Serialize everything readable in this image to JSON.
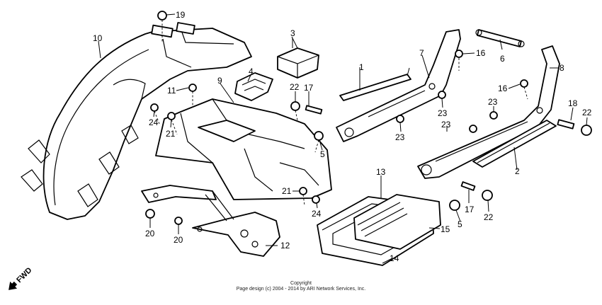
{
  "diagram": {
    "fwd_label": "FWD",
    "callouts": [
      {
        "id": "c1",
        "label": "1"
      },
      {
        "id": "c2",
        "label": "2"
      },
      {
        "id": "c3",
        "label": "3"
      },
      {
        "id": "c4",
        "label": "4"
      },
      {
        "id": "c5a",
        "label": "5"
      },
      {
        "id": "c5b",
        "label": "5"
      },
      {
        "id": "c6",
        "label": "6"
      },
      {
        "id": "c7",
        "label": "7"
      },
      {
        "id": "c8",
        "label": "8"
      },
      {
        "id": "c9",
        "label": "9"
      },
      {
        "id": "c10",
        "label": "10"
      },
      {
        "id": "c11",
        "label": "11"
      },
      {
        "id": "c12",
        "label": "12"
      },
      {
        "id": "c13",
        "label": "13"
      },
      {
        "id": "c14",
        "label": "14"
      },
      {
        "id": "c15",
        "label": "15"
      },
      {
        "id": "c16a",
        "label": "16"
      },
      {
        "id": "c16b",
        "label": "16"
      },
      {
        "id": "c17a",
        "label": "17"
      },
      {
        "id": "c17b",
        "label": "17"
      },
      {
        "id": "c18",
        "label": "18"
      },
      {
        "id": "c19",
        "label": "19"
      },
      {
        "id": "c20a",
        "label": "20"
      },
      {
        "id": "c20b",
        "label": "20"
      },
      {
        "id": "c21a",
        "label": "21"
      },
      {
        "id": "c21b",
        "label": "21"
      },
      {
        "id": "c22a",
        "label": "22"
      },
      {
        "id": "c22b",
        "label": "22"
      },
      {
        "id": "c22c",
        "label": "22"
      },
      {
        "id": "c23a",
        "label": "23"
      },
      {
        "id": "c23b",
        "label": "23"
      },
      {
        "id": "c23c",
        "label": "23"
      },
      {
        "id": "c23d",
        "label": "23"
      },
      {
        "id": "c24a",
        "label": "24"
      },
      {
        "id": "c24b",
        "label": "24"
      }
    ]
  },
  "footer": {
    "line1": "Copyright",
    "line2": "Page design (c) 2004 - 2014 by ARI Network Services, Inc."
  }
}
